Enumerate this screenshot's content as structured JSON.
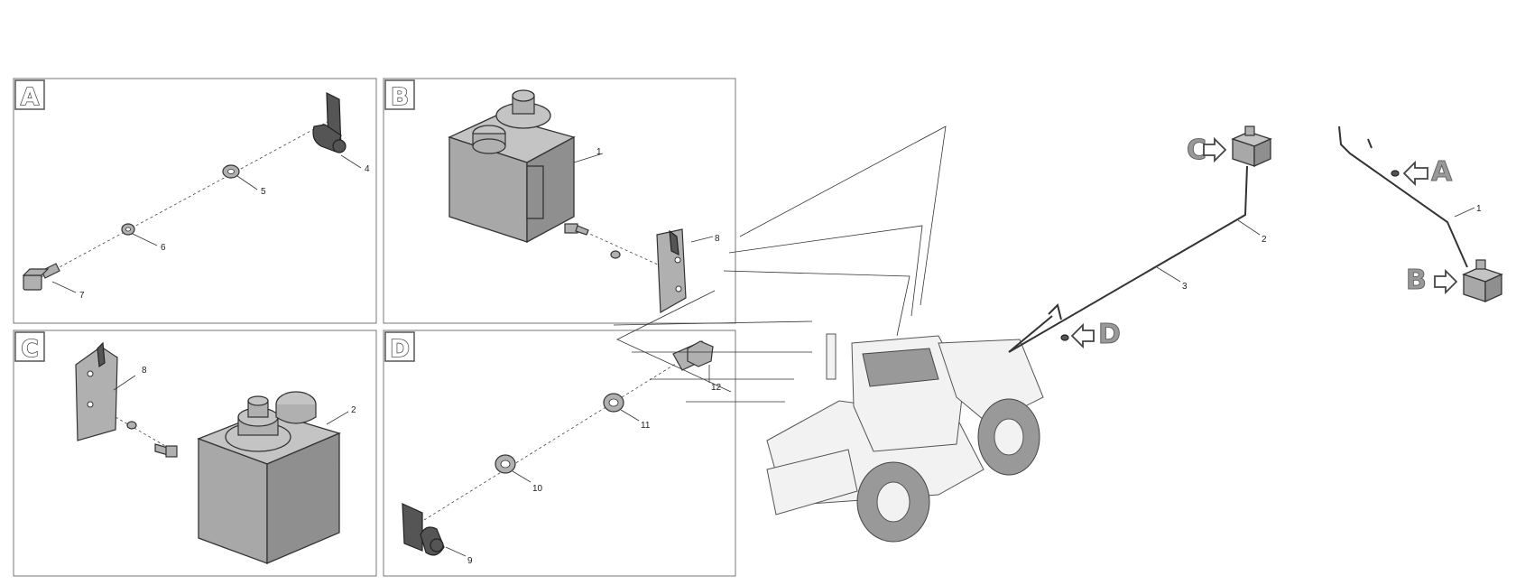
{
  "panels": [
    {
      "letter": "A",
      "callouts": [
        "4",
        "5",
        "6",
        "7"
      ]
    },
    {
      "letter": "B",
      "callouts": [
        "1",
        "8"
      ]
    },
    {
      "letter": "C",
      "callouts": [
        "8",
        "2"
      ]
    },
    {
      "letter": "D",
      "callouts": [
        "12",
        "11",
        "10",
        "9"
      ]
    }
  ],
  "overview": {
    "views": [
      "C",
      "A",
      "B",
      "D"
    ],
    "callouts": [
      "2",
      "3",
      "1"
    ]
  }
}
